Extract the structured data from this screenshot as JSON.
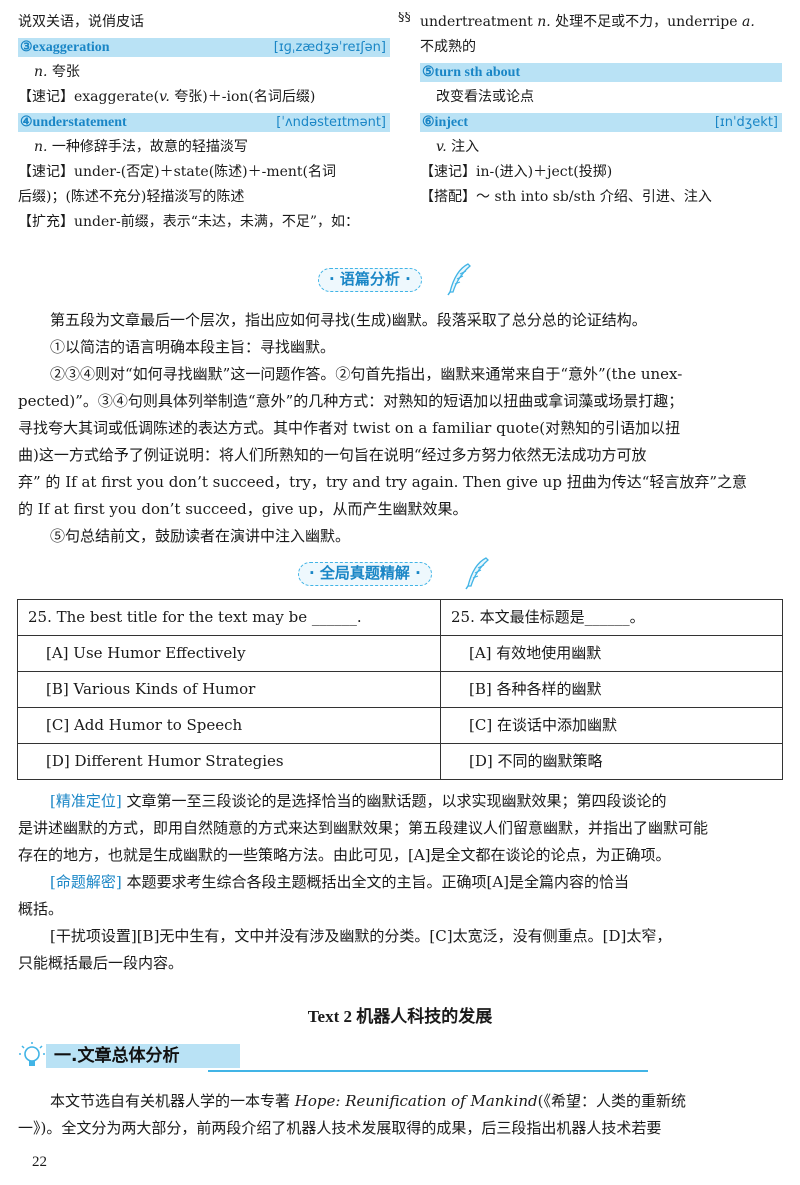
{
  "left_column": {
    "line1": "说双关语，说俏皮话",
    "entry3": {
      "num_word": "③exaggeration",
      "phonetic": "[ɪɡˌzædʒəˈreɪʃən]"
    },
    "entry3_pos": "n.",
    "entry3_def": " 夸张",
    "entry3_mem_label": "【速记】",
    "entry3_mem": "exaggerate(",
    "entry3_mem_pos": "v.",
    "entry3_mem_rest": " 夸张)＋-ion(名词后缀)",
    "entry4": {
      "num_word": "④understatement",
      "phonetic": "[ˈʌndəsteɪtmənt]"
    },
    "entry4_pos": "n.",
    "entry4_def": " 一种修辞手法，故意的轻描淡写",
    "entry4_mem_label": "【速记】",
    "entry4_mem": "under-(否定)＋state(陈述)＋-ment(名词",
    "entry4_mem2": "后缀)；(陈述不充分)轻描淡写的陈述",
    "entry4_ext_label": "【扩充】",
    "entry4_ext": "under-前缀，表示“未达，未满，不足”，如："
  },
  "divider_glyphs": "§§§§§§§§§§§§§§§§§§§§",
  "right_column": {
    "line1_word": "undertreatment ",
    "line1_pos": "n.",
    "line1_rest": " 处理不足或不力，underripe ",
    "line1_pos2": "a.",
    "line2": "不成熟的",
    "entry5": {
      "num_word": "⑤turn sth about",
      "phonetic": ""
    },
    "entry5_def": "改变看法或论点",
    "entry6": {
      "num_word": "⑥inject",
      "phonetic": "[ɪnˈdʒekt]"
    },
    "entry6_pos": "v.",
    "entry6_def": " 注入",
    "entry6_mem_label": "【速记】",
    "entry6_mem": "in-(进入)＋ject(投掷)",
    "entry6_col_label": "【搭配】",
    "entry6_col": "～ sth into sb/sth 介绍、引进、注入"
  },
  "section_discourse": {
    "title": "· 语篇分析 ·"
  },
  "discourse_paras": [
    "第五段为文章最后一个层次，指出应如何寻找(生成)幽默。段落采取了总分总的论证结构。",
    "①以简洁的语言明确本段主旨：寻找幽默。",
    "②③④则对“如何寻找幽默”这一问题作答。②句首先指出，幽默来通常来自于“意外”(the unex-",
    "pected)”。③④句则具体列举制造“意外”的几种方式：对熟知的短语加以扭曲或拿词藻或场景打趣；",
    "寻找夸大其词或低调陈述的表达方式。其中作者对 twist on a familiar quote(对熟知的引语加以扭",
    "曲)这一方式给予了例证说明：将人们所熟知的一句旨在说明“经过多方努力依然无法成功方可放",
    "弃” 的 If at first you don’t succeed，try，try and try again. Then give up 扭曲为传达“轻言放弃”之意",
    "的 If at first you don’t succeed，give up，从而产生幽默效果。",
    "⑤句总结前文，鼓励读者在演讲中注入幽默。"
  ],
  "section_exam": {
    "title": "· 全局真题精解 ·"
  },
  "question_table": {
    "q_en": "25. The best title for the text may be ______.",
    "q_cn": "25. 本文最佳标题是______。",
    "options": [
      {
        "en": "[A] Use Humor Effectively",
        "cn": "[A] 有效地使用幽默"
      },
      {
        "en": "[B] Various Kinds of Humor",
        "cn": "[B] 各种各样的幽默"
      },
      {
        "en": "[C] Add Humor to Speech",
        "cn": "[C] 在谈话中添加幽默"
      },
      {
        "en": "[D] Different Humor Strategies",
        "cn": "[D] 不同的幽默策略"
      }
    ]
  },
  "explanation": {
    "p1_tag": "[精准定位]",
    "p1_l1": " 文章第一至三段谈论的是选择恰当的幽默话题，以求实现幽默效果；第四段谈论的",
    "p1_l2": "是讲述幽默的方式，即用自然随意的方式来达到幽默效果；第五段建议人们留意幽默，并指出了幽默可能",
    "p1_l3": "存在的地方，也就是生成幽默的一些策略方法。由此可见，[A]是全文都在谈论的论点，为正确项。",
    "p2_tag": "[命题解密]",
    "p2_l1": " 本题要求考生综合各段主题概括出全文的主旨。正确项[A]是全篇内容的恰当",
    "p2_l2": "概括。",
    "p3_l1": "[干扰项设置][B]无中生有，文中并没有涉及幽默的分类。[C]太宽泛，没有侧重点。[D]太窄，",
    "p3_l2": "只能概括最后一段内容。"
  },
  "text2_title": "Text 2 机器人科技的发展",
  "overall_analysis": {
    "heading": "一.文章总体分析",
    "l1_a": "本文节选自有关机器人学的一本专著 ",
    "l1_book": "Hope: Reunification of Mankind",
    "l1_b": "(《希望：人类的重新统",
    "l2": "一》)。全文分为两大部分，前两段介绍了机器人技术发展取得的成果，后三段指出机器人技术若要"
  },
  "page_number": "22",
  "colors": {
    "accent_blue": "#1a86c6",
    "bar_blue": "#b9e2f5",
    "rule_blue": "#41b4e6"
  }
}
